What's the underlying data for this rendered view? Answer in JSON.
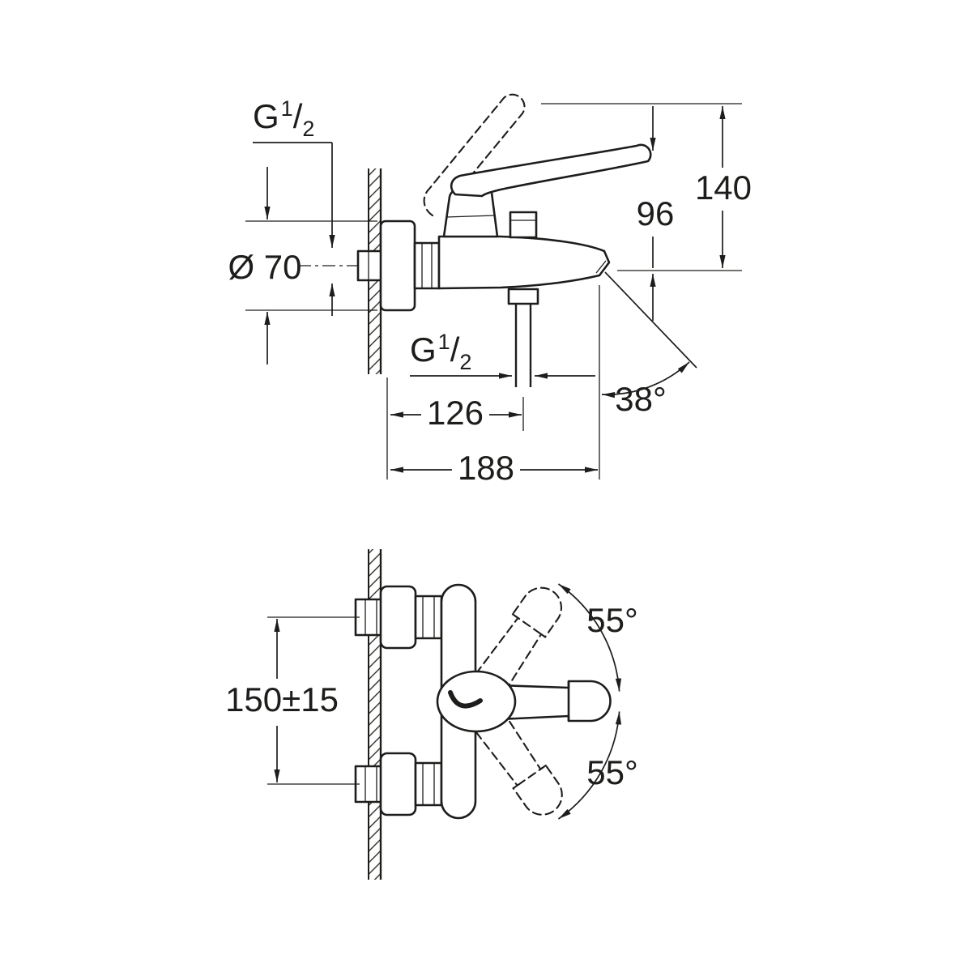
{
  "page": {
    "background": "#ffffff",
    "ink": "#1d1d1b",
    "drawing_kind": "wall-mounted bath mixer installation dimensions, side view and front view"
  },
  "top_view": {
    "thread_label_wall": {
      "base": "G",
      "sup": "1",
      "slash": "/",
      "sub": "2"
    },
    "escutcheon_diameter": "Ø 70",
    "overall_height": "140",
    "spout_height": "96",
    "thread_label_hose": {
      "base": "G",
      "sup": "1",
      "slash": "/",
      "sub": "2"
    },
    "hose_offset": "126",
    "spout_reach": "188",
    "spout_angle": "38°"
  },
  "front_view": {
    "mounting_distance": "150±15",
    "handle_arc_upper": "55°",
    "handle_arc_lower": "55°"
  }
}
